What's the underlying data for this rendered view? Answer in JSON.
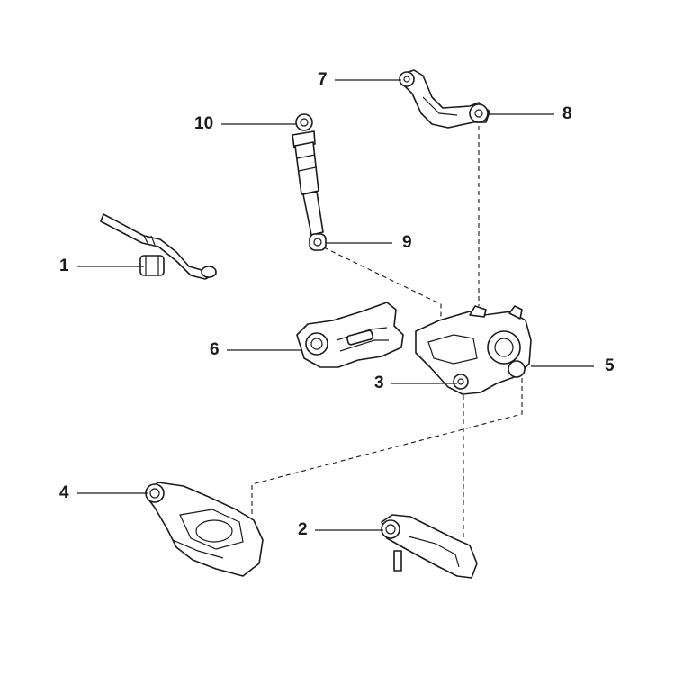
{
  "diagram": {
    "callouts": [
      {
        "number": "1"
      },
      {
        "number": "2"
      },
      {
        "number": "3"
      },
      {
        "number": "4"
      },
      {
        "number": "5"
      },
      {
        "number": "6"
      },
      {
        "number": "7"
      },
      {
        "number": "8"
      },
      {
        "number": "9"
      },
      {
        "number": "10"
      }
    ]
  }
}
